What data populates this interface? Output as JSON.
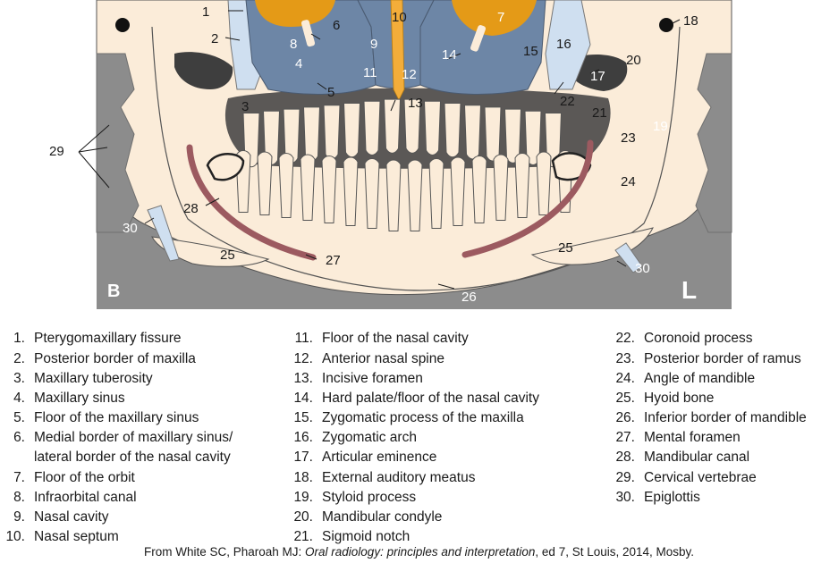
{
  "figure": {
    "corner_left": "B",
    "corner_right": "L",
    "labels": [
      "1",
      "2",
      "3",
      "4",
      "5",
      "6",
      "7",
      "8",
      "9",
      "10",
      "11",
      "12",
      "13",
      "14",
      "15",
      "16",
      "17",
      "18",
      "19",
      "20",
      "21",
      "22",
      "23",
      "24",
      "25",
      "25",
      "26",
      "27",
      "28",
      "29",
      "30",
      "30"
    ]
  },
  "legend": {
    "col1": [
      {
        "num": "1.",
        "text": "Pterygomaxillary fissure"
      },
      {
        "num": "2.",
        "text": "Posterior border of maxilla"
      },
      {
        "num": "3.",
        "text": "Maxillary tuberosity"
      },
      {
        "num": "4.",
        "text": "Maxillary sinus"
      },
      {
        "num": "5.",
        "text": "Floor of the maxillary sinus"
      },
      {
        "num": "6.",
        "text": "Medial border of maxillary sinus/"
      },
      {
        "num": "",
        "text": "lateral border of the nasal cavity"
      },
      {
        "num": "7.",
        "text": "Floor of the orbit"
      },
      {
        "num": "8.",
        "text": "Infraorbital canal"
      },
      {
        "num": "9.",
        "text": "Nasal cavity"
      },
      {
        "num": "10.",
        "text": "Nasal septum"
      }
    ],
    "col2": [
      {
        "num": "11.",
        "text": "Floor of the nasal cavity"
      },
      {
        "num": "12.",
        "text": "Anterior nasal spine"
      },
      {
        "num": "13.",
        "text": "Incisive foramen"
      },
      {
        "num": "14.",
        "text": "Hard palate/floor of the nasal cavity"
      },
      {
        "num": "15.",
        "text": "Zygomatic process of the maxilla"
      },
      {
        "num": "16.",
        "text": "Zygomatic arch"
      },
      {
        "num": "17.",
        "text": "Articular eminence"
      },
      {
        "num": "18.",
        "text": "External auditory meatus"
      },
      {
        "num": "19.",
        "text": "Styloid process"
      },
      {
        "num": "20.",
        "text": "Mandibular condyle"
      },
      {
        "num": "21.",
        "text": "Sigmoid notch"
      }
    ],
    "col3": [
      {
        "num": "22.",
        "text": "Coronoid process"
      },
      {
        "num": "23.",
        "text": "Posterior border of ramus"
      },
      {
        "num": "24.",
        "text": "Angle of mandible"
      },
      {
        "num": "25.",
        "text": "Hyoid bone"
      },
      {
        "num": "26.",
        "text": "Inferior border of mandible"
      },
      {
        "num": "27.",
        "text": "Mental foramen"
      },
      {
        "num": "28.",
        "text": "Mandibular canal"
      },
      {
        "num": "29.",
        "text": "Cervical vertebrae"
      },
      {
        "num": "30.",
        "text": "Epiglottis"
      }
    ]
  },
  "credit": {
    "prefix": "From White SC, Pharoah MJ: ",
    "title": "Oral radiology: principles and interpretation",
    "suffix": ", ed 7, St Louis, 2014, Mosby."
  },
  "colors": {
    "background_gray": "#8c8c8c",
    "bone": "#fbecd9",
    "sinus_blue": "#6d86a6",
    "orbit_orange": "#e49a17",
    "airway_dark": "#3e3e3e",
    "canal_red": "#9c5a60",
    "light_blue": "#cfdff0"
  }
}
